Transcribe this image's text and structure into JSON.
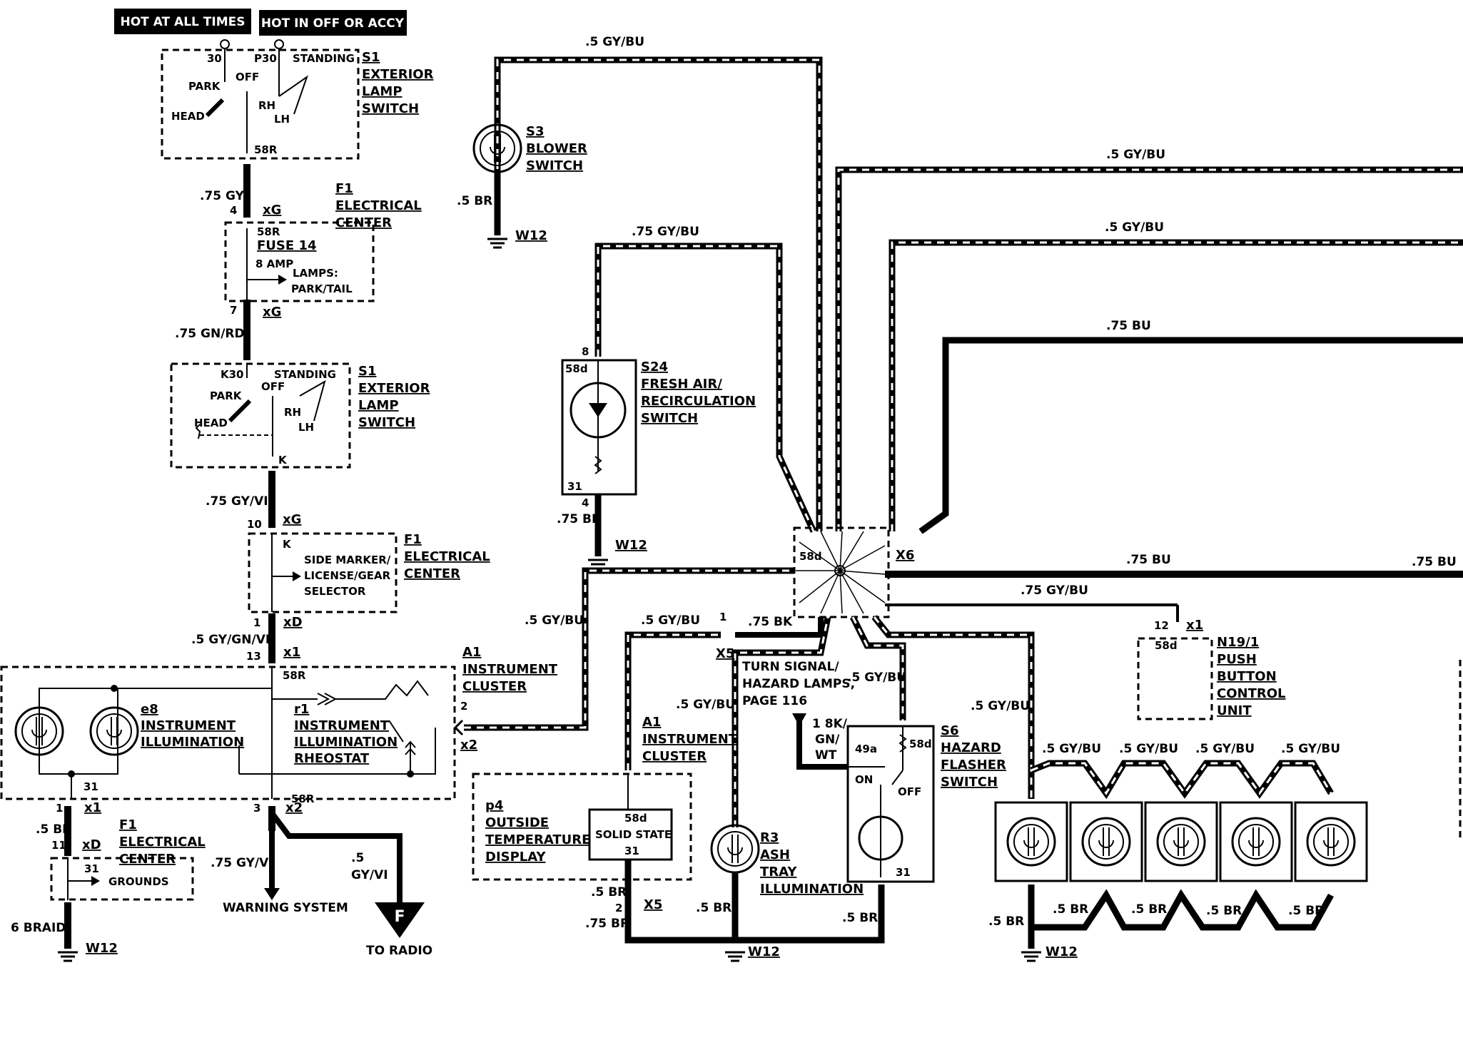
{
  "headers": {
    "hot_always": "HOT AT ALL TIMES",
    "hot_off_accy": "HOT IN OFF OR ACCY"
  },
  "components": {
    "s1_top": {
      "ref": "S1",
      "lines": [
        "EXTERIOR",
        "LAMP",
        "SWITCH"
      ],
      "pins": [
        "30",
        "P30",
        "STANDING",
        "PARK",
        "OFF",
        "HEAD",
        "RH",
        "LH",
        "58R"
      ]
    },
    "f1_top": {
      "ref": "F1",
      "lines": [
        "ELECTRICAL",
        "CENTER"
      ]
    },
    "fuse14": {
      "pins": [
        "58R",
        "FUSE 14",
        "8 AMP",
        "LAMPS:",
        "PARK/TAIL"
      ],
      "conn": "xG"
    },
    "s1_mid": {
      "ref": "S1",
      "lines": [
        "EXTERIOR",
        "LAMP",
        "SWITCH"
      ],
      "pins": [
        "K30",
        "STANDING",
        "PARK",
        "OFF",
        "HEAD",
        "RH",
        "LH",
        "K"
      ]
    },
    "f1_mid": {
      "ref": "F1",
      "lines": [
        "ELECTRICAL",
        "CENTER"
      ],
      "body": [
        "SIDE MARKER/",
        "LICENSE/GEAR",
        "SELECTOR"
      ],
      "pin": "K"
    },
    "a1_left": {
      "ref": "A1",
      "lines": [
        "INSTRUMENT",
        "CLUSTER"
      ]
    },
    "e8": {
      "ref": "e8",
      "lines": [
        "INSTRUMENT",
        "ILLUMINATION"
      ]
    },
    "r1": {
      "ref": "r1",
      "lines": [
        "INSTRUMENT",
        "ILLUMINATION",
        "RHEOSTAT"
      ]
    },
    "f1_bottom": {
      "ref": "F1",
      "lines": [
        "ELECTRICAL",
        "CENTER"
      ],
      "body": "GROUNDS"
    },
    "s3": {
      "ref": "S3",
      "lines": [
        "BLOWER",
        "SWITCH"
      ]
    },
    "s24": {
      "ref": "S24",
      "lines": [
        "FRESH AIR/",
        "RECIRCULATION",
        "SWITCH"
      ],
      "pins": [
        "58d",
        "31"
      ]
    },
    "x6": {
      "ref": "X6",
      "pin": "58d"
    },
    "a1_mid": {
      "ref": "A1",
      "lines": [
        "INSTRUMENT",
        "CLUSTER"
      ]
    },
    "p4": {
      "ref": "p4",
      "lines": [
        "OUTSIDE",
        "TEMPERATURE",
        "DISPLAY"
      ],
      "body": [
        "58d",
        "SOLID STATE",
        "31"
      ]
    },
    "turn_signal": {
      "lines": [
        "TURN SIGNAL/",
        "HAZARD LAMPS,",
        "PAGE 116"
      ]
    },
    "r3": {
      "ref": "R3",
      "lines": [
        "ASH",
        "TRAY",
        "ILLUMINATION"
      ]
    },
    "s6": {
      "ref": "S6",
      "lines": [
        "HAZARD",
        "FLASHER",
        "SWITCH"
      ],
      "pins": [
        "49a",
        "58d",
        "ON",
        "OFF",
        "31"
      ]
    },
    "n19": {
      "ref": "N19/1",
      "lines": [
        "PUSH",
        "BUTTON",
        "CONTROL",
        "UNIT"
      ],
      "pin": "58d"
    }
  },
  "wire_labels": {
    "w075gy": ".75 GY",
    "w075gnrd": ".75 GN/RD",
    "w075gyvi": ".75 GY/VI",
    "w05gygnvi": ".5 GY/GN/VI",
    "w05br": ".5 BR",
    "w6braid": "6 BRAID",
    "w075gyvi_warn": ".75 GY/VI",
    "w05gyvi_radio": [
      ".5",
      "GY/VI"
    ],
    "w05gybu_top": ".5 GY/BU",
    "w05gybu_r1": ".5 GY/BU",
    "w05gybu_r2": ".5 GY/BU",
    "w075bu_r3": ".75 BU",
    "w075gybu_s24": ".75 GY/BU",
    "w05br_s3": ".5 BR",
    "w075br_s24": ".75 BR",
    "w05gybu_a1": ".5 GY/BU",
    "w075bu_r4": ".75 BU",
    "w075bu_r4b": ".75 BU",
    "w075gybu_n19": ".75 GY/BU",
    "w05gybu_x5": ".5 GY/BU",
    "w075bk": ".75 BK",
    "w05gybu_a1mid": ".5 GY/BU",
    "w05gybu_s6": ".5 GY/BU",
    "w05gybu_lamps": ".5 GY/BU",
    "w18bk": [
      "1 8K/",
      "GN/",
      "WT"
    ],
    "w05br_p4": ".5 BR",
    "w075br_p4": ".75 BR",
    "w05br_r3": ".5 BR",
    "w05br_s6": ".5 BR",
    "w05br_lamps": ".5 BR",
    "w05gybu_top_lamps": [
      ".5 GY/BU",
      ".5 GY/BU",
      ".5 GY/BU",
      ".5 GY/BU"
    ],
    "w05br_bottom_lamps": [
      ".5 BR",
      ".5 BR",
      ".5 BR",
      ".5 BR"
    ]
  },
  "connectors": {
    "xG": "xG",
    "xD": "xD",
    "x1": "x1",
    "x2": "x2",
    "x5": "X5",
    "pin4": "4",
    "pin7": "7",
    "pin10": "10",
    "pin1": "1",
    "pin13": "13",
    "pin3": "3",
    "pin11": "11",
    "pin2": "2",
    "pin8": "8",
    "pin12": "12",
    "pin31": "31",
    "pin58r": "58R"
  },
  "grounds": {
    "label": "W12"
  },
  "destinations": {
    "warning": "WARNING SYSTEM",
    "radio": "TO RADIO",
    "radio_marker": "F"
  }
}
